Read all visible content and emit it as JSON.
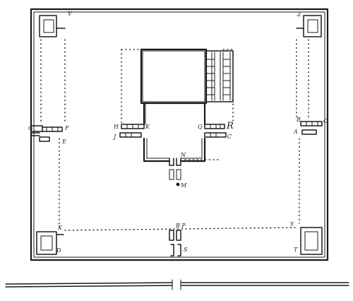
{
  "labels": {
    "v": "V",
    "z": "Z",
    "g": "G",
    "f": "F",
    "e": "E",
    "h": "H",
    "k": "K",
    "j": "J",
    "q": "Q",
    "r_big": "R",
    "c_small": "C",
    "n": "N",
    "m": "M",
    "b": "B",
    "c_right": "C",
    "a": "A",
    "x": "X",
    "y": "Y",
    "b_bottom": "B P",
    "d": "D",
    "s": "S",
    "t": "T"
  }
}
